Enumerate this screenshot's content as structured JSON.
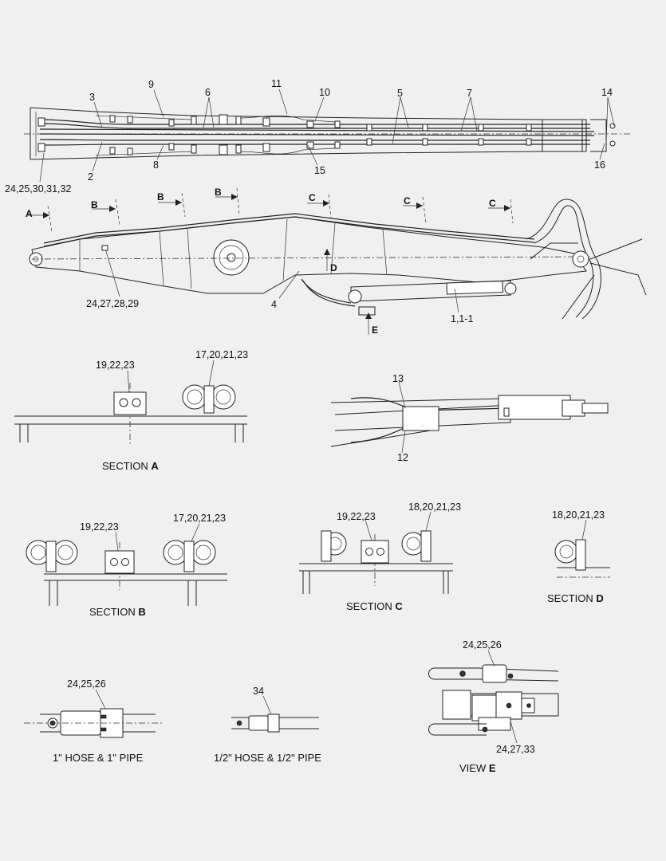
{
  "callouts": {
    "c9": "9",
    "c11": "11",
    "c10": "10",
    "c6": "6",
    "c5": "5",
    "c7": "7",
    "c14": "14",
    "c3": "3",
    "c2": "2",
    "c8": "8",
    "c15": "15",
    "c16": "16",
    "c24_32": "24,25,30,31,32",
    "c24_29": "24,27,28,29",
    "c4": "4",
    "c1": "1,1-1",
    "c13": "13",
    "c12": "12",
    "secA_left": "19,22,23",
    "secA_right": "17,20,21,23",
    "secB_left": "17,20,21,23",
    "secB_mid": "19,22,23",
    "secC_left": "19,22,23",
    "secC_right": "18,20,21,23",
    "secD": "18,20,21,23",
    "hose1": "24,25,26",
    "hose_half": "34",
    "viewE_top": "24,25,26",
    "viewE_bottom": "24,27,33"
  },
  "view_markers": {
    "A": "A",
    "B1": "B",
    "B2": "B",
    "B3": "B",
    "C1": "C",
    "C2": "C",
    "C3": "C",
    "D": "D",
    "E": "E"
  },
  "captions": {
    "section_a": {
      "text": "SECTION",
      "letter": "A"
    },
    "section_b": {
      "text": "SECTION",
      "letter": "B"
    },
    "section_c": {
      "text": "SECTION",
      "letter": "C"
    },
    "section_d": {
      "text": "SECTION",
      "letter": "D"
    },
    "hose_1": "1\" HOSE & 1\" PIPE",
    "hose_half": "1/2\" HOSE & 1/2\" PIPE",
    "view_e": {
      "text": "VIEW",
      "letter": "E"
    }
  }
}
